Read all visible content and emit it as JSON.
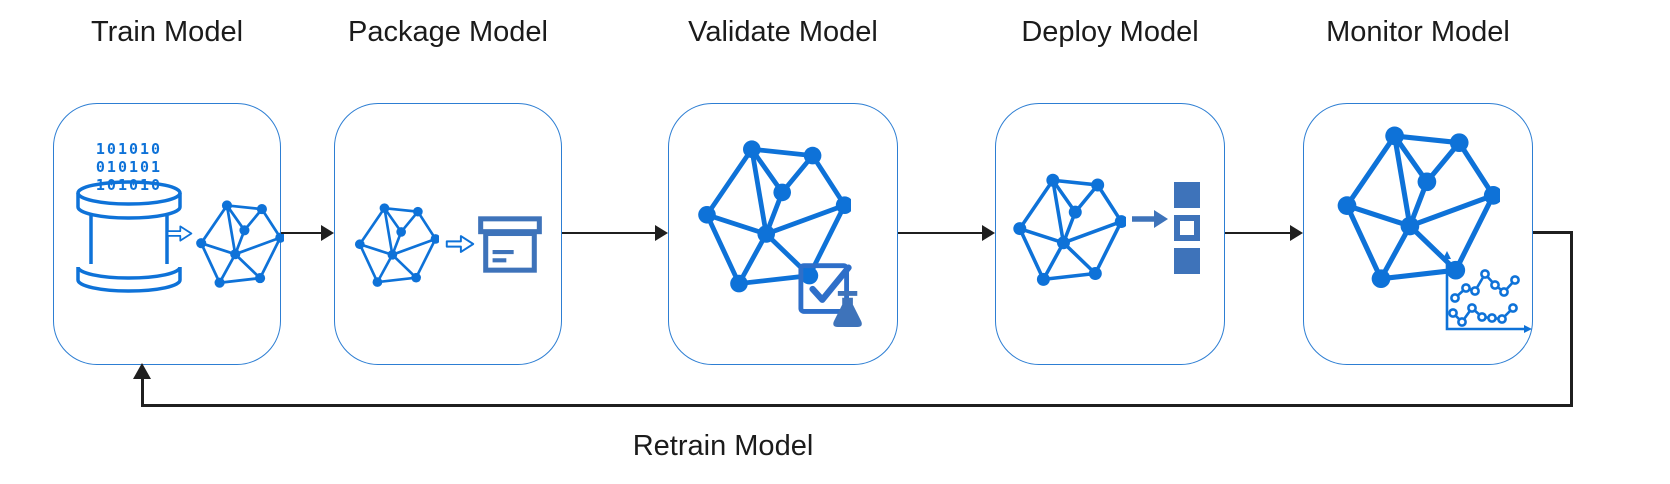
{
  "diagram": {
    "title_row": [
      "Train Model",
      "Package Model",
      "Validate Model",
      "Deploy Model",
      "Monitor Model"
    ],
    "stages": [
      {
        "id": "train",
        "title": "Train Model",
        "binary_lines": [
          "101010",
          "010101",
          "101010"
        ],
        "icons": [
          "database-icon",
          "binary-data-text",
          "outline-arrow-icon",
          "network-graph-icon"
        ]
      },
      {
        "id": "package",
        "title": "Package Model",
        "icons": [
          "network-graph-icon",
          "outline-arrow-icon",
          "archive-box-icon"
        ]
      },
      {
        "id": "validate",
        "title": "Validate Model",
        "icons": [
          "network-graph-icon",
          "checkmark-flask-icon"
        ]
      },
      {
        "id": "deploy",
        "title": "Deploy Model",
        "icons": [
          "network-graph-icon",
          "arrow-right-icon",
          "stacked-squares-icon"
        ]
      },
      {
        "id": "monitor",
        "title": "Monitor Model",
        "icons": [
          "network-graph-icon",
          "line-chart-icon"
        ]
      }
    ],
    "connections": [
      {
        "from": "Train Model",
        "to": "Package Model"
      },
      {
        "from": "Package Model",
        "to": "Validate Model"
      },
      {
        "from": "Validate Model",
        "to": "Deploy Model"
      },
      {
        "from": "Deploy Model",
        "to": "Monitor Model"
      }
    ],
    "feedback": {
      "from": "Monitor Model",
      "to": "Train Model",
      "label": "Retrain Model"
    }
  },
  "colors": {
    "primary": "#0e72d8",
    "medium": "#2e6fc9",
    "steel": "#3e73ba",
    "ink": "#1f1f1f",
    "boxBorder": "#2d7ed3",
    "title": "#1b1b1b"
  }
}
